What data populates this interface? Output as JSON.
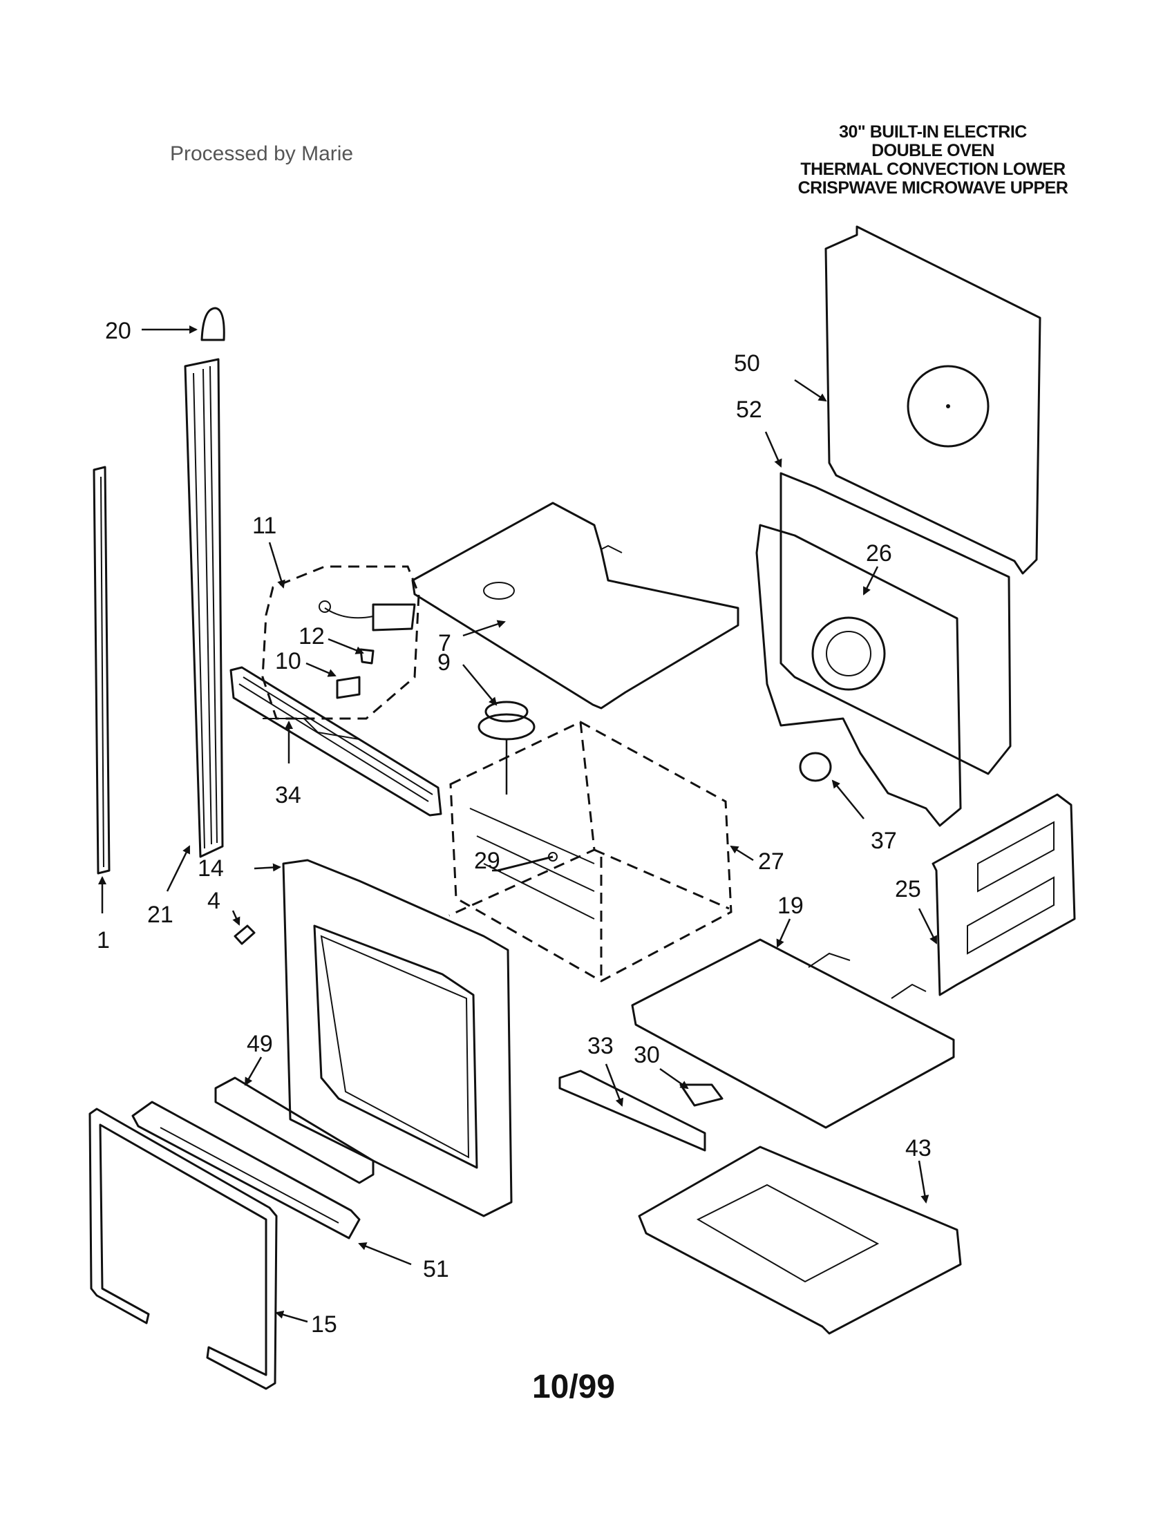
{
  "watermark": "Processed by Marie",
  "title_lines": [
    "30\" BUILT-IN ELECTRIC",
    "DOUBLE OVEN",
    "THERMAL CONVECTION LOWER",
    "CRISPWAVE MICROWAVE UPPER"
  ],
  "date": "10/99",
  "callouts": {
    "c1": "1",
    "c4": "4",
    "c7": "7",
    "c9": "9",
    "c10": "10",
    "c11": "11",
    "c12": "12",
    "c14": "14",
    "c15": "15",
    "c19": "19",
    "c20": "20",
    "c21": "21",
    "c25": "25",
    "c26": "26",
    "c27": "27",
    "c29": "29",
    "c30": "30",
    "c33": "33",
    "c34": "34",
    "c37": "37",
    "c43": "43",
    "c49": "49",
    "c50": "50",
    "c51": "51",
    "c52": "52"
  }
}
